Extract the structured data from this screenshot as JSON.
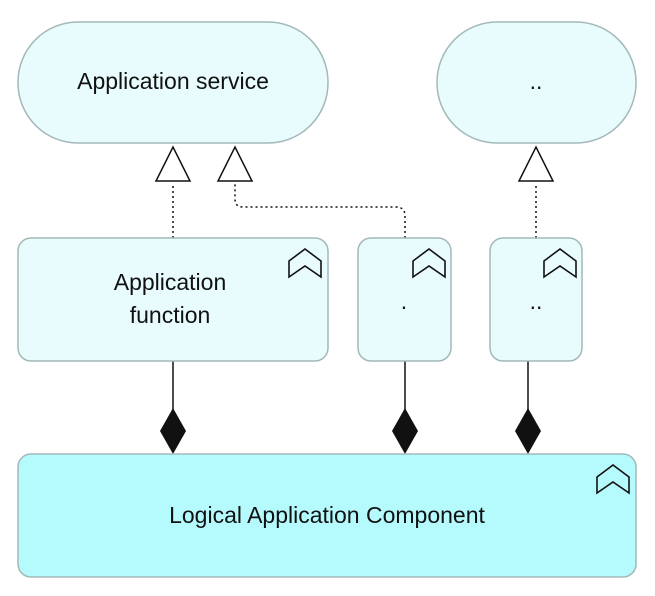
{
  "colors": {
    "element_fill": "#e8fcfd",
    "component_fill": "#b5fbfd",
    "border": "#a3b8b9",
    "line": "#111111"
  },
  "nodes": {
    "service_main": {
      "label": "Application service",
      "type": "application-service"
    },
    "service_other": {
      "label": "..",
      "type": "application-service"
    },
    "function_main": {
      "label_line1": "Application",
      "label_line2": "function",
      "type": "application-function",
      "icon": "function-chevron-icon"
    },
    "function_dot": {
      "label": ".",
      "type": "application-function",
      "icon": "function-chevron-icon"
    },
    "function_dotdot": {
      "label": "..",
      "type": "application-function",
      "icon": "function-chevron-icon"
    },
    "component": {
      "label": "Logical Application Component",
      "type": "logical-application-component",
      "icon": "function-chevron-icon"
    }
  },
  "relations": [
    {
      "from": "function_main",
      "to": "service_main",
      "type": "realization"
    },
    {
      "from": "function_dot",
      "to": "service_main",
      "type": "realization"
    },
    {
      "from": "function_dotdot",
      "to": "service_other",
      "type": "realization"
    },
    {
      "from": "component",
      "to": "function_main",
      "type": "composition"
    },
    {
      "from": "component",
      "to": "function_dot",
      "type": "composition"
    },
    {
      "from": "component",
      "to": "function_dotdot",
      "type": "composition"
    }
  ]
}
